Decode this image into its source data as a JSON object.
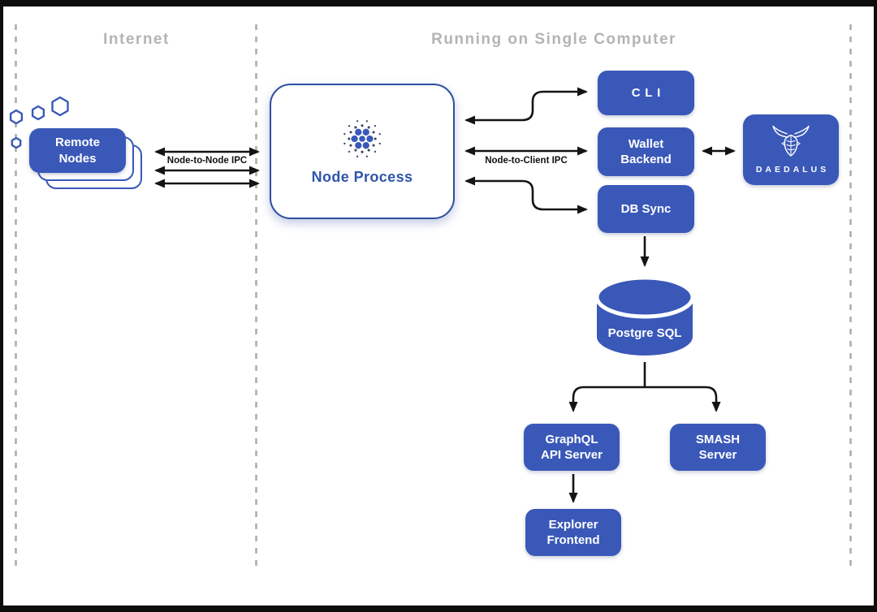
{
  "sections": {
    "internet": "Internet",
    "single_computer": "Running on Single Computer"
  },
  "nodes": {
    "remote_nodes": "Remote\nNodes",
    "node_process": "Node Process",
    "cli": "CLI",
    "wallet_backend": "Wallet\nBackend",
    "db_sync": "DB Sync",
    "daedalus": "DAEDALUS",
    "postgresql": "Postgre SQL",
    "graphql_api_server": "GraphQL\nAPI Server",
    "smash_server": "SMASH\nServer",
    "explorer_frontend": "Explorer\nFrontend"
  },
  "edge_labels": {
    "node_to_node": "Node-to-Node IPC",
    "node_to_client": "Node-to-Client IPC"
  },
  "icons": {
    "cardano_logo": "cardano-dot-constellation",
    "daedalus_logo": "daedalus-bull-head",
    "hexagons": "network-hexagon-cluster",
    "database": "database-cylinder"
  },
  "colors": {
    "box_blue": "#3a58b8",
    "node_border": "#2c4fa0",
    "node_text": "#2e55ab",
    "title_gray": "#b4b4b4",
    "arrow_black": "#141414",
    "dash_gray": "#ababab",
    "frame_black": "#0d0d0d",
    "canvas_white": "#ffffff"
  }
}
